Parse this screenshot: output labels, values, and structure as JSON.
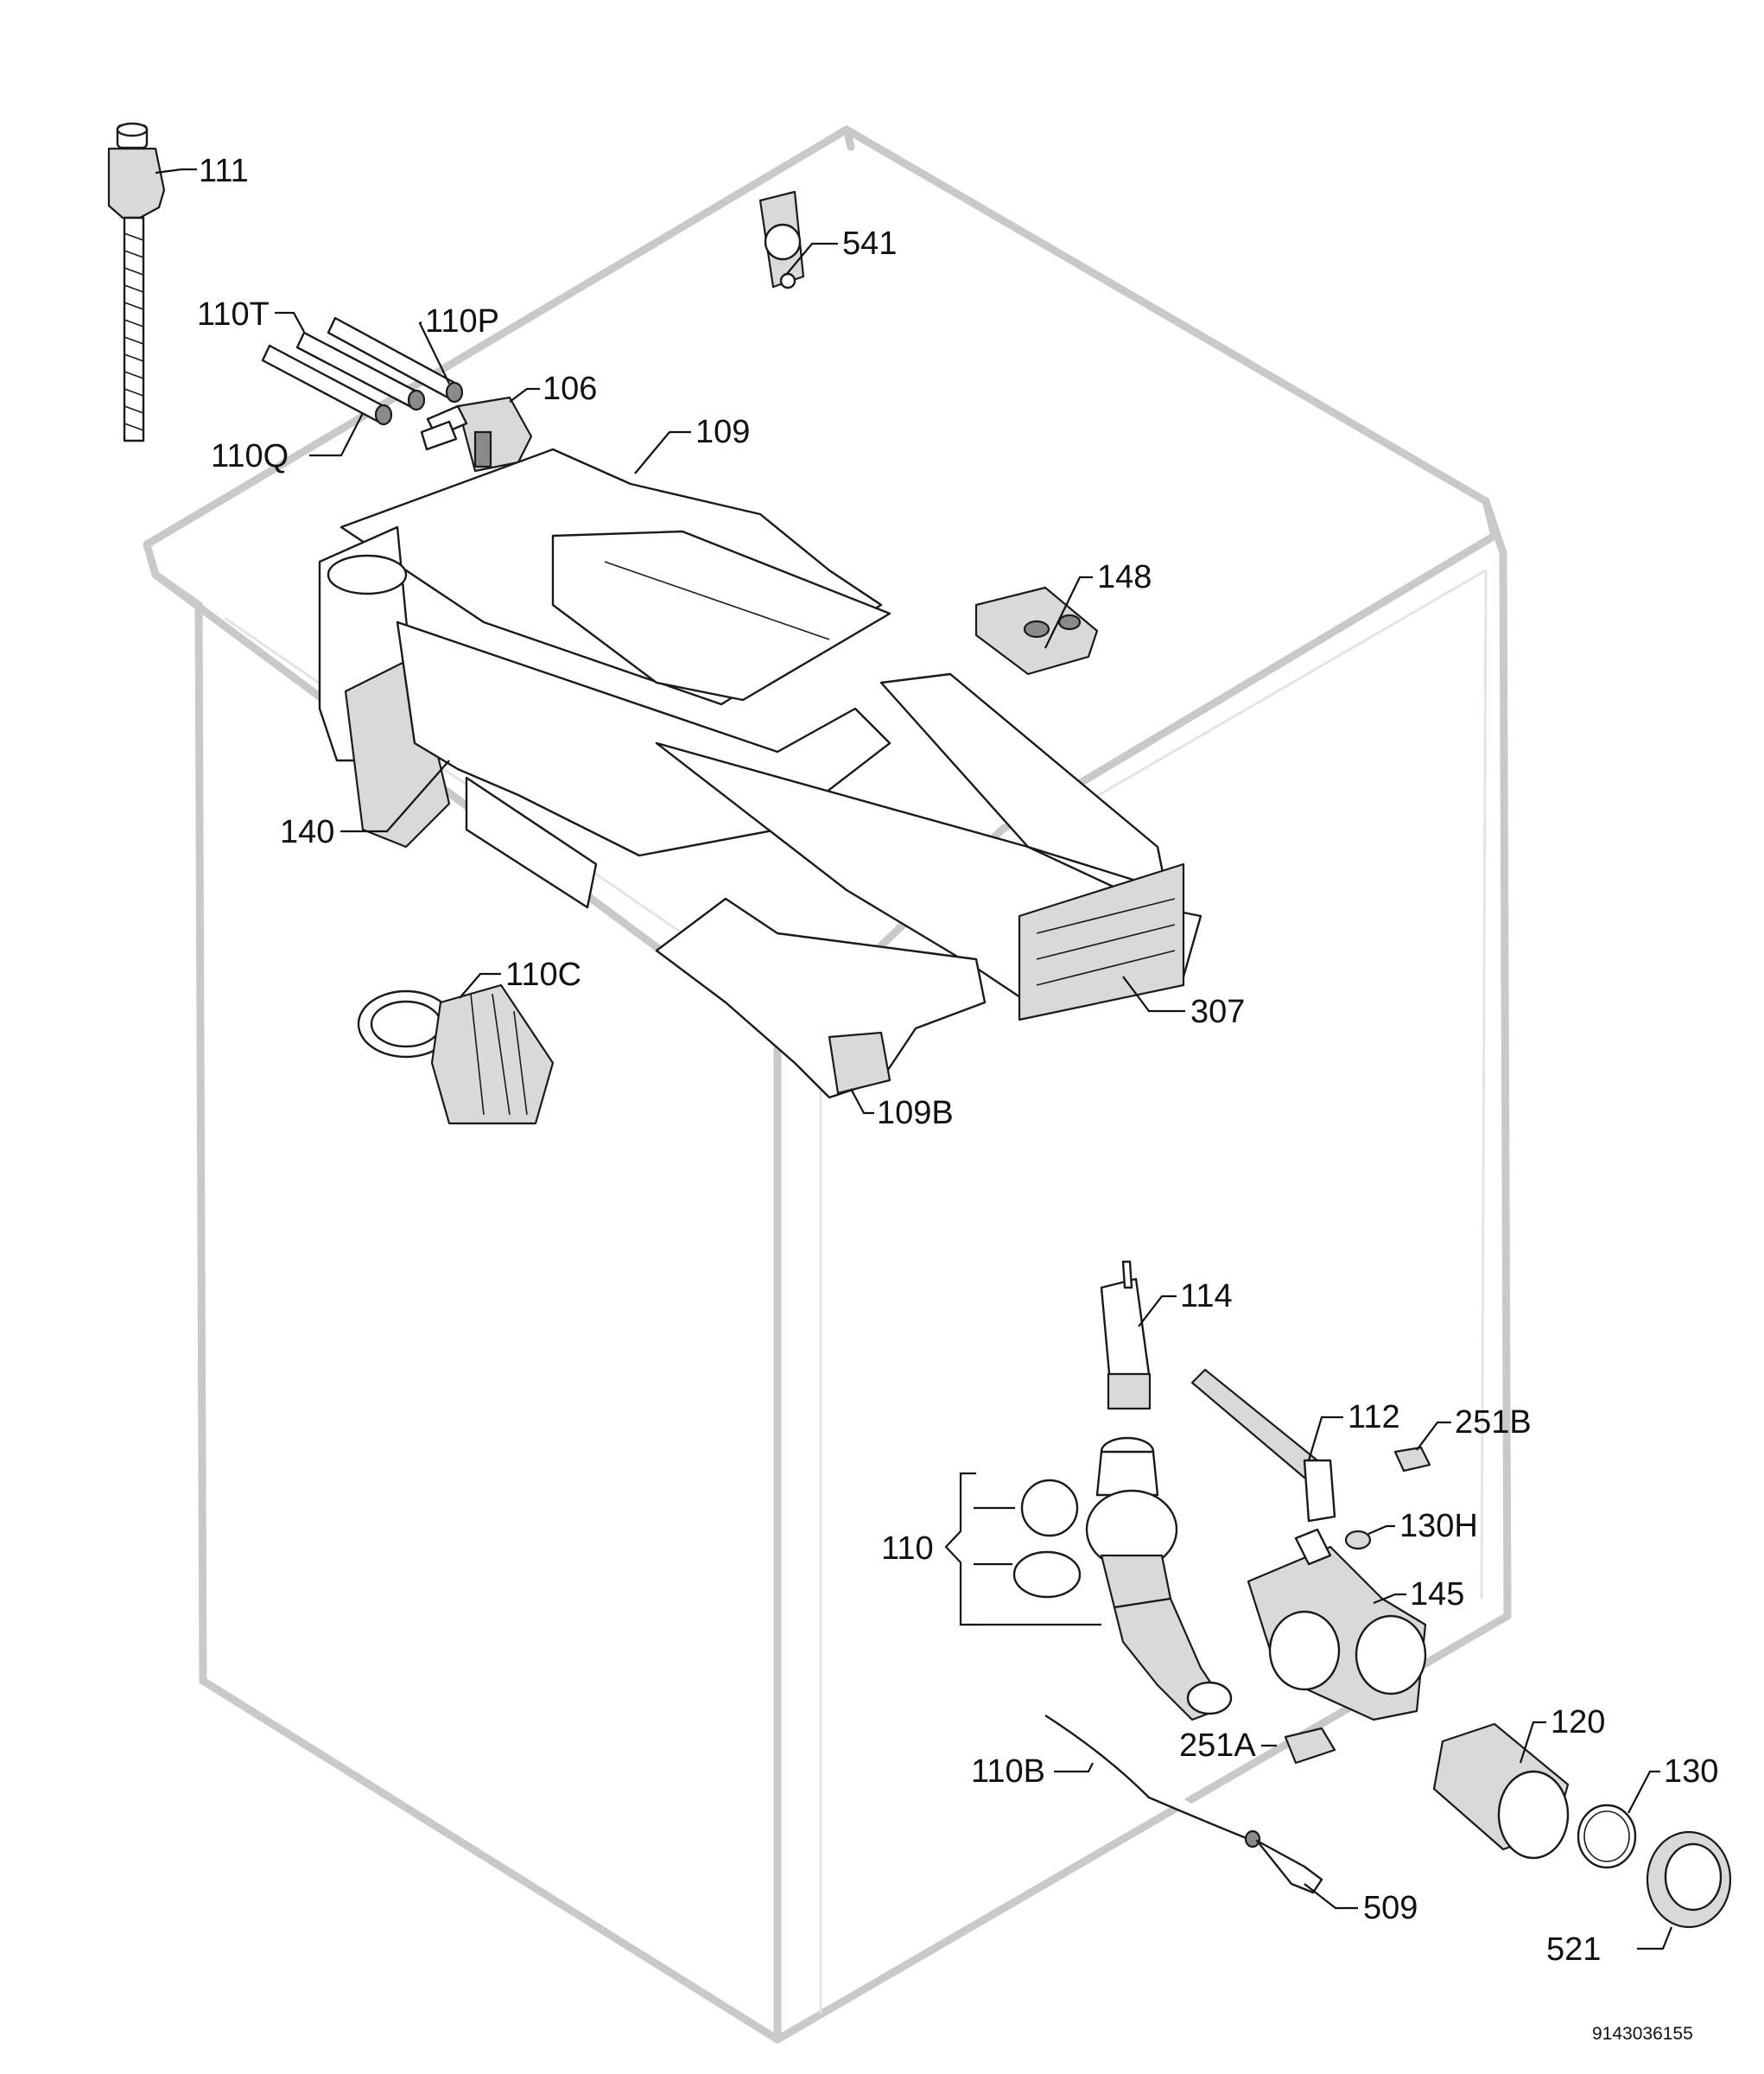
{
  "callouts": [
    {
      "id": "111",
      "label": "111"
    },
    {
      "id": "541",
      "label": "541"
    },
    {
      "id": "110T",
      "label": "110T"
    },
    {
      "id": "110P",
      "label": "110P"
    },
    {
      "id": "106",
      "label": "106"
    },
    {
      "id": "110Q",
      "label": "110Q"
    },
    {
      "id": "109",
      "label": "109"
    },
    {
      "id": "148",
      "label": "148"
    },
    {
      "id": "140",
      "label": "140"
    },
    {
      "id": "110C",
      "label": "110C"
    },
    {
      "id": "307",
      "label": "307"
    },
    {
      "id": "109B",
      "label": "109B"
    },
    {
      "id": "114",
      "label": "114"
    },
    {
      "id": "112",
      "label": "112"
    },
    {
      "id": "251B",
      "label": "251B"
    },
    {
      "id": "110",
      "label": "110"
    },
    {
      "id": "130H",
      "label": "130H"
    },
    {
      "id": "145",
      "label": "145"
    },
    {
      "id": "120",
      "label": "120"
    },
    {
      "id": "251A",
      "label": "251A"
    },
    {
      "id": "130",
      "label": "130"
    },
    {
      "id": "110B",
      "label": "110B"
    },
    {
      "id": "509",
      "label": "509"
    },
    {
      "id": "521",
      "label": "521"
    }
  ],
  "document_number": "9143036155"
}
